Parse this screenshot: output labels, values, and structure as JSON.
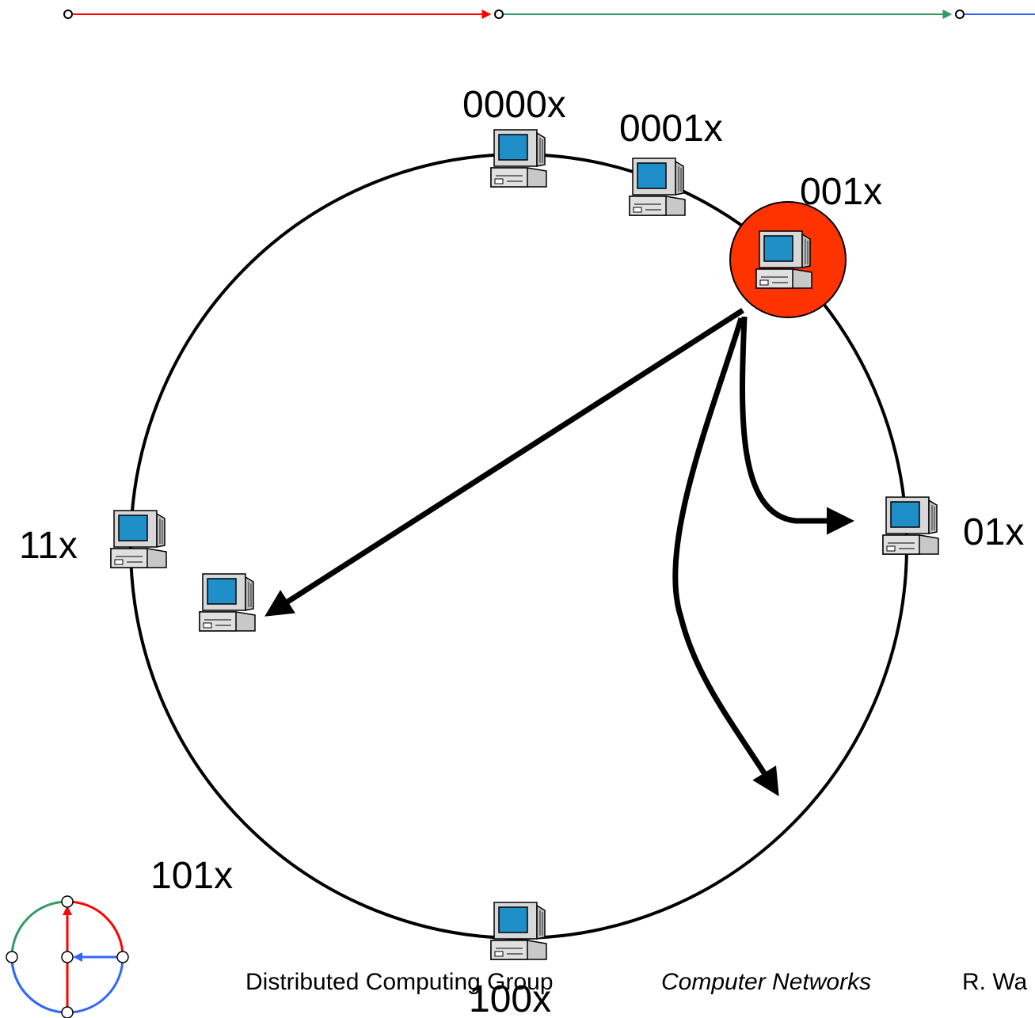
{
  "nodes": {
    "n0000": {
      "label": "0000x"
    },
    "n0001": {
      "label": "0001x"
    },
    "n001": {
      "label": "001x",
      "highlight_color": "#FF3300"
    },
    "n01": {
      "label": "01x"
    },
    "n100": {
      "label": "100x"
    },
    "n101": {
      "label": "101x"
    },
    "n11": {
      "label": "11x"
    }
  },
  "footer": {
    "group": "Distributed Computing Group",
    "course": "Computer Networks",
    "author": "R. Wa"
  },
  "colors": {
    "top_bar_red": "#FF0000",
    "top_bar_green": "#339966",
    "top_bar_blue": "#3366FF",
    "ring": "#000000",
    "highlight": "#FF3300",
    "monitor_screen": "#1E8FC8"
  },
  "icons": {
    "computer": "computer-icon",
    "logo": "dcg-logo"
  }
}
